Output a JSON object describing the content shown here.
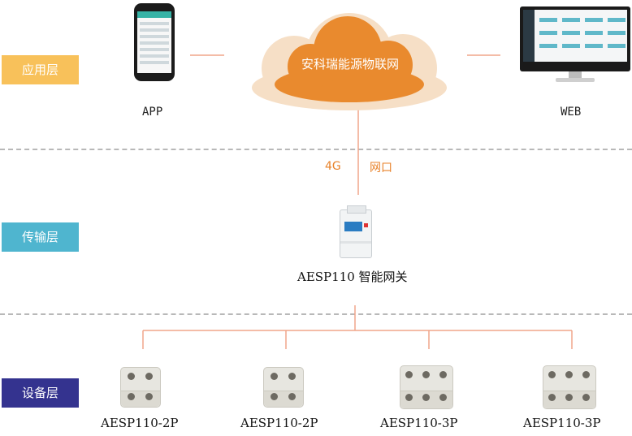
{
  "layers": {
    "application": "应用层",
    "transport": "传输层",
    "device": "设备层"
  },
  "cloud": {
    "label": "安科瑞能源物联网"
  },
  "app_label": "APP",
  "web_label": "WEB",
  "connection": {
    "cellular": "4G",
    "network": "网口"
  },
  "gateway": {
    "label": "AESP110 智能网关"
  },
  "devices": [
    {
      "label": "AESP110-2P"
    },
    {
      "label": "AESP110-2P"
    },
    {
      "label": "AESP110-3P"
    },
    {
      "label": "AESP110-3P"
    }
  ],
  "colors": {
    "application_tag": "#f8c15a",
    "transport_tag": "#4fb5cf",
    "device_tag": "#34338f",
    "cloud": "#e98a2e",
    "link_lines": "#f0a58a",
    "connection_text": "#e8822a"
  }
}
